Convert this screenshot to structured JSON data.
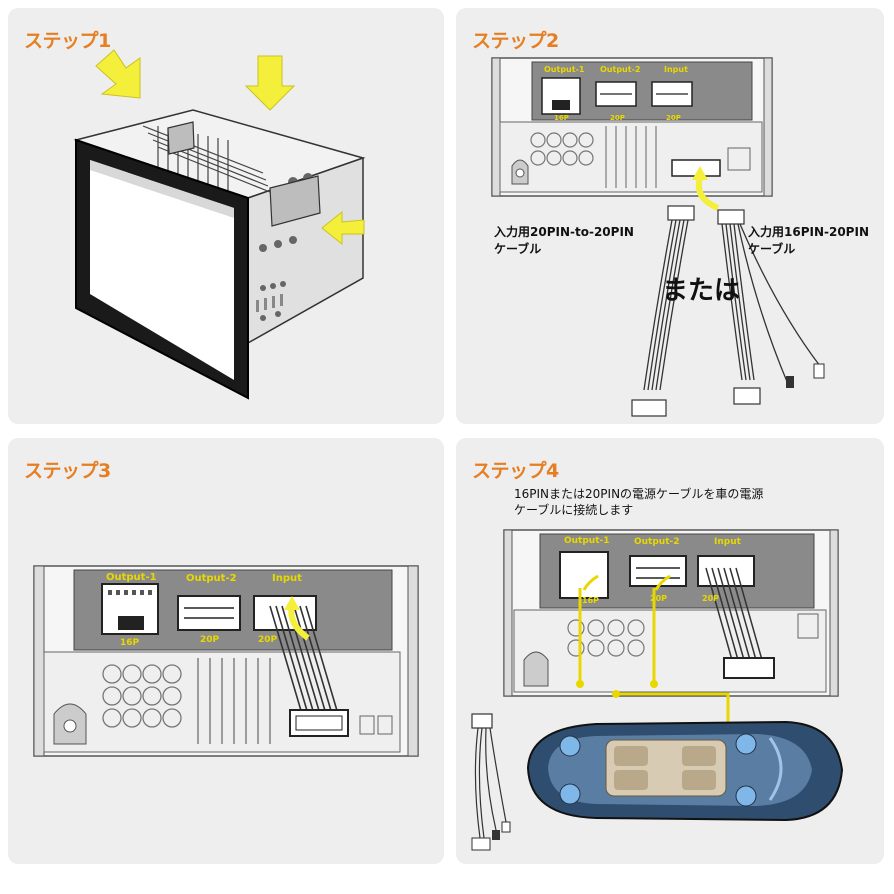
{
  "steps": [
    {
      "title": "ステップ1"
    },
    {
      "title": "ステップ2",
      "cable_a": "入力用20PIN-to-20PIN\nケーブル",
      "cable_b": "入力用16PIN-20PIN\nケーブル",
      "or_text": "または"
    },
    {
      "title": "ステップ3"
    },
    {
      "title": "ステップ4",
      "instruction_line1": "16PINまたは20PINの電源ケーブルを車の電源",
      "instruction_line2": "ケーブルに接続します"
    }
  ],
  "connectors": {
    "output1": "Output-1",
    "output2": "Output-2",
    "input": "Input",
    "pin16": "16P",
    "pin20": "20P"
  },
  "colors": {
    "accent": "#e67e22",
    "arrow_yellow": "#f3ef3a",
    "wire_yellow": "#e8d800",
    "panel_bg": "#eeeeee",
    "connector_panel": "#8a8a8a"
  },
  "icons": [
    "arrow-icon",
    "head-unit-illustration",
    "car-topview-illustration",
    "wiring-harness-illustration"
  ]
}
